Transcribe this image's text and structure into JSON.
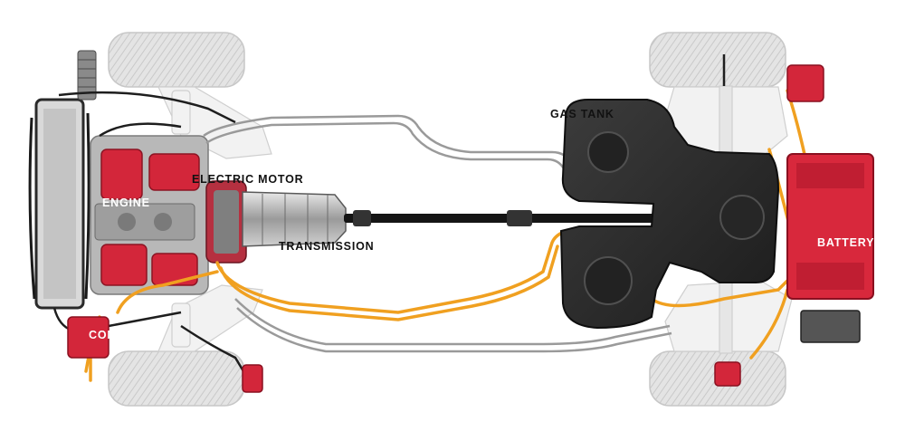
{
  "labels": {
    "gas_tank": "GAS TANK",
    "electric_motor": "ELECTRIC MOTOR",
    "engine": "ENGINE",
    "transmission": "TRANSMISSION",
    "battery": "BATTERY",
    "computer": "COMPUTER"
  },
  "colors": {
    "background": "#ffffff",
    "tire": "#e2e2e2",
    "frame": "#f1f1f1",
    "component_red": "#d3263a",
    "fuel_tank": "#2c2c2c",
    "hv_cable": "#f0a020",
    "fuel_line": "#9a9a9a",
    "drive_shaft": "#151515"
  }
}
